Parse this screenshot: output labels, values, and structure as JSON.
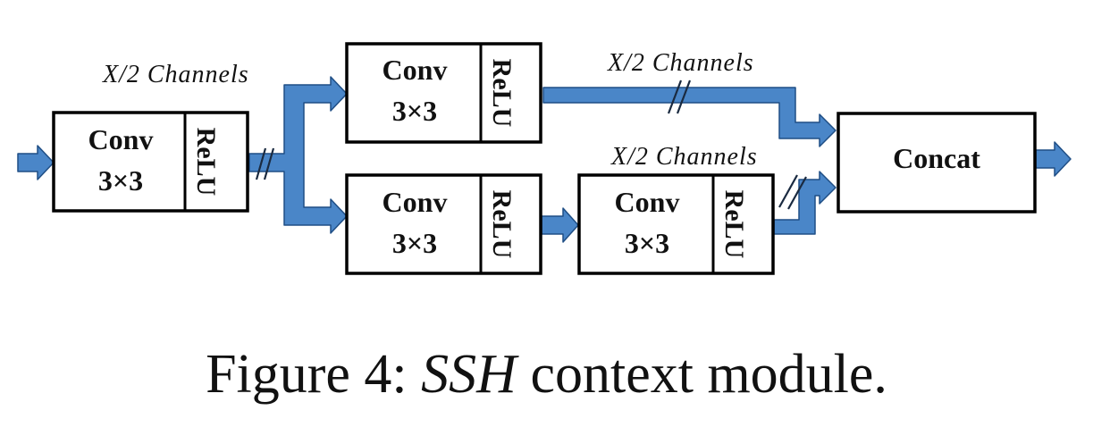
{
  "blocks": {
    "input": {
      "conv_line1": "Conv",
      "conv_line2": "3×3",
      "act": "ReLU"
    },
    "top": {
      "conv_line1": "Conv",
      "conv_line2": "3×3",
      "act": "ReLU"
    },
    "bottom_first": {
      "conv_line1": "Conv",
      "conv_line2": "3×3",
      "act": "ReLU"
    },
    "bottom_second": {
      "conv_line1": "Conv",
      "conv_line2": "3×3",
      "act": "ReLU"
    },
    "concat": {
      "label": "Concat"
    }
  },
  "channel_labels": {
    "left": "X/2 Channels",
    "top_right": "X/2 Channels",
    "bottom_right": "X/2 Channels"
  },
  "caption": {
    "prefix": "Figure 4: ",
    "emphasis": "SSH",
    "suffix": " context module."
  },
  "colors": {
    "arrow_fill": "#4a86c8",
    "arrow_stroke": "#1f4e85",
    "box_stroke": "#000000"
  }
}
